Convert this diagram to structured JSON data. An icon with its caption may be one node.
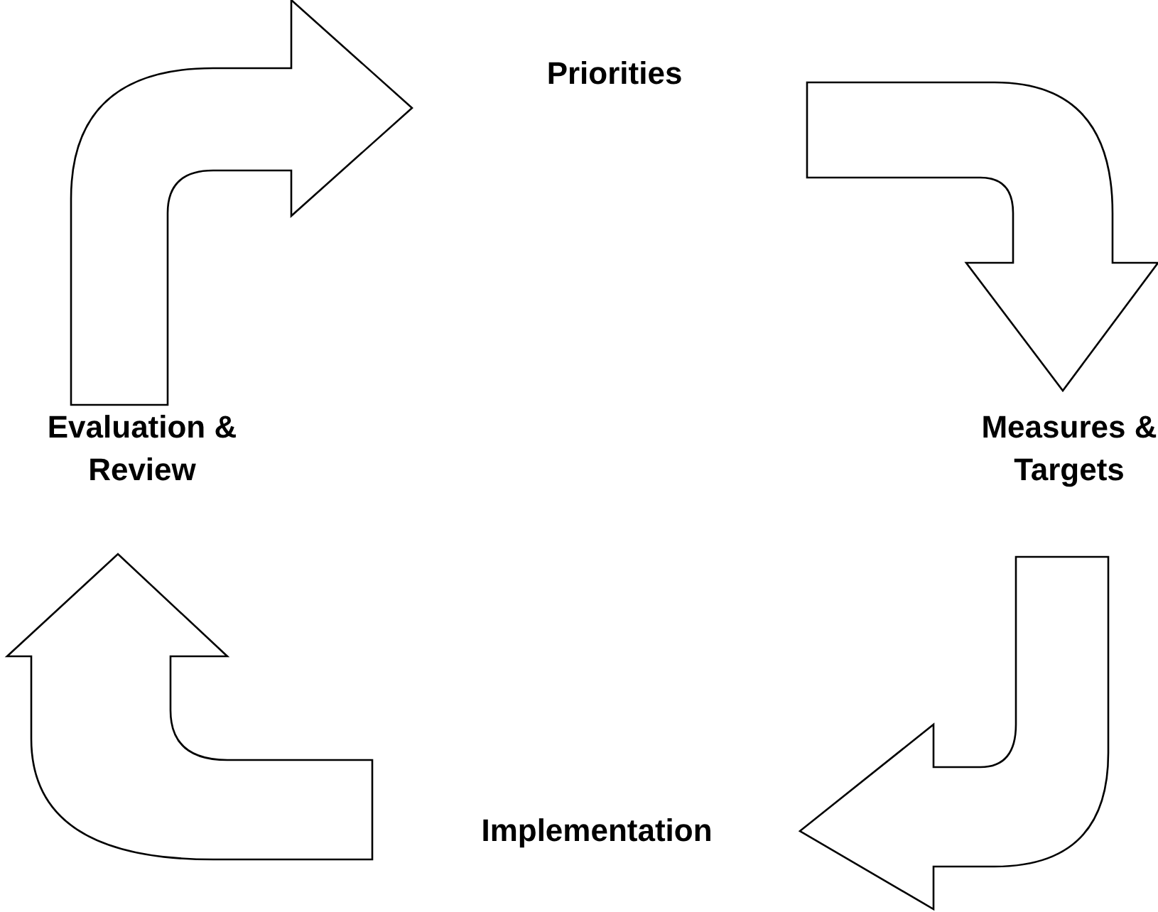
{
  "diagram": {
    "nodes": [
      {
        "text": [
          "Priorities"
        ]
      },
      {
        "text": [
          "Measures & Targets"
        ]
      },
      {
        "text": [
          "Implementation"
        ]
      },
      {
        "text": [
          "Evaluation & Review"
        ]
      }
    ],
    "edges": [
      {
        "from": 3,
        "to": 0,
        "arrow": "to"
      },
      {
        "from": 0,
        "to": 1,
        "arrow": "to"
      },
      {
        "from": 1,
        "to": 2,
        "arrow": "to"
      },
      {
        "from": 2,
        "to": 3,
        "arrow": "to"
      }
    ]
  }
}
